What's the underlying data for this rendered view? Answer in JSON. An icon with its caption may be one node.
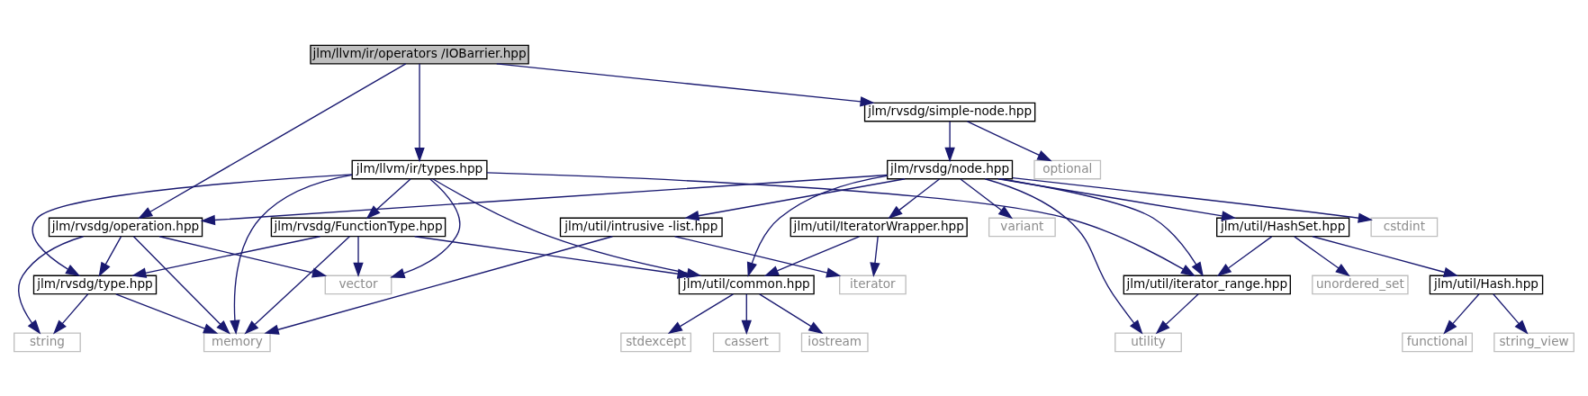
{
  "diagram": {
    "nodes": [
      {
        "text": [
          "jlm/llvm/ir/operators /IOBarrier.hpp"
        ]
      },
      {
        "text": [
          "jlm/rvsdg/operation.hpp"
        ]
      },
      {
        "text": [
          "jlm/llvm/ir/types.hpp"
        ]
      },
      {
        "text": [
          "jlm/rvsdg/simple-node.hpp"
        ]
      },
      {
        "text": [
          "jlm/rvsdg/node.hpp"
        ]
      },
      {
        "text": [
          "optional"
        ]
      },
      {
        "text": [
          "jlm/rvsdg/FunctionType.hpp"
        ]
      },
      {
        "text": [
          "jlm/util/intrusive -list.hpp"
        ]
      },
      {
        "text": [
          "jlm/util/IteratorWrapper.hpp"
        ]
      },
      {
        "text": [
          "variant"
        ]
      },
      {
        "text": [
          "jlm/util/HashSet.hpp"
        ]
      },
      {
        "text": [
          "cstdint"
        ]
      },
      {
        "text": [
          "jlm/rvsdg/type.hpp"
        ]
      },
      {
        "text": [
          "vector"
        ]
      },
      {
        "text": [
          "jlm/util/common.hpp"
        ]
      },
      {
        "text": [
          "iterator"
        ]
      },
      {
        "text": [
          "jlm/util/iterator_range.hpp"
        ]
      },
      {
        "text": [
          "unordered_set"
        ]
      },
      {
        "text": [
          "jlm/util/Hash.hpp"
        ]
      },
      {
        "text": [
          "string"
        ]
      },
      {
        "text": [
          "memory"
        ]
      },
      {
        "text": [
          "stdexcept"
        ]
      },
      {
        "text": [
          "cassert"
        ]
      },
      {
        "text": [
          "iostream"
        ]
      },
      {
        "text": [
          "utility"
        ]
      },
      {
        "text": [
          "functional"
        ]
      },
      {
        "text": [
          "string_view"
        ]
      }
    ],
    "edges": [
      {
        "from": 0,
        "to": 1,
        "arrow": "to"
      },
      {
        "from": 0,
        "to": 2,
        "arrow": "to"
      },
      {
        "from": 0,
        "to": 3,
        "arrow": "to"
      },
      {
        "from": 3,
        "to": 4,
        "arrow": "to"
      },
      {
        "from": 3,
        "to": 5,
        "arrow": "to"
      },
      {
        "from": 2,
        "to": 12,
        "arrow": "to"
      },
      {
        "from": 2,
        "to": 13,
        "arrow": "to"
      },
      {
        "from": 2,
        "to": 6,
        "arrow": "to"
      },
      {
        "from": 2,
        "to": 20,
        "arrow": "to"
      },
      {
        "from": 2,
        "to": 14,
        "arrow": "to"
      },
      {
        "from": 2,
        "to": 16,
        "arrow": "to"
      },
      {
        "from": 4,
        "to": 1,
        "arrow": "to"
      },
      {
        "from": 4,
        "to": 14,
        "arrow": "to"
      },
      {
        "from": 4,
        "to": 7,
        "arrow": "to"
      },
      {
        "from": 4,
        "to": 8,
        "arrow": "to"
      },
      {
        "from": 4,
        "to": 9,
        "arrow": "to"
      },
      {
        "from": 4,
        "to": 24,
        "arrow": "to"
      },
      {
        "from": 4,
        "to": 16,
        "arrow": "to"
      },
      {
        "from": 4,
        "to": 10,
        "arrow": "to"
      },
      {
        "from": 4,
        "to": 11,
        "arrow": "to"
      },
      {
        "from": 1,
        "to": 19,
        "arrow": "to"
      },
      {
        "from": 1,
        "to": 12,
        "arrow": "to"
      },
      {
        "from": 1,
        "to": 13,
        "arrow": "to"
      },
      {
        "from": 1,
        "to": 20,
        "arrow": "to"
      },
      {
        "from": 6,
        "to": 12,
        "arrow": "to"
      },
      {
        "from": 6,
        "to": 13,
        "arrow": "to"
      },
      {
        "from": 6,
        "to": 20,
        "arrow": "to"
      },
      {
        "from": 6,
        "to": 14,
        "arrow": "to"
      },
      {
        "from": 7,
        "to": 20,
        "arrow": "to"
      },
      {
        "from": 7,
        "to": 15,
        "arrow": "to"
      },
      {
        "from": 8,
        "to": 14,
        "arrow": "to"
      },
      {
        "from": 8,
        "to": 15,
        "arrow": "to"
      },
      {
        "from": 10,
        "to": 16,
        "arrow": "to"
      },
      {
        "from": 10,
        "to": 17,
        "arrow": "to"
      },
      {
        "from": 10,
        "to": 18,
        "arrow": "to"
      },
      {
        "from": 12,
        "to": 19,
        "arrow": "to"
      },
      {
        "from": 12,
        "to": 20,
        "arrow": "to"
      },
      {
        "from": 14,
        "to": 21,
        "arrow": "to"
      },
      {
        "from": 14,
        "to": 22,
        "arrow": "to"
      },
      {
        "from": 14,
        "to": 23,
        "arrow": "to"
      },
      {
        "from": 16,
        "to": 24,
        "arrow": "to"
      },
      {
        "from": 18,
        "to": 25,
        "arrow": "to"
      },
      {
        "from": 18,
        "to": 26,
        "arrow": "to"
      }
    ]
  }
}
